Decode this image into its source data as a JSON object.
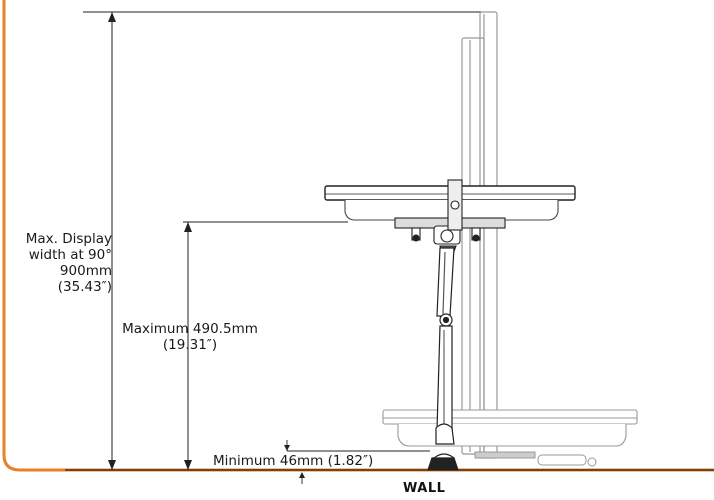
{
  "labels": {
    "max_display_line1": "Max. Display",
    "max_display_line2": "width at 90°",
    "max_display_line3": "900mm",
    "max_display_line4": "(35.43″)",
    "maximum_line1": "Maximum 490.5mm",
    "maximum_line2": "(19.31″)",
    "minimum": "Minimum 46mm (1.82″)",
    "wall": "WALL"
  },
  "colors": {
    "border_orange": "#e8822a",
    "line": "#222222",
    "light_gray": "#aaaaaa"
  }
}
